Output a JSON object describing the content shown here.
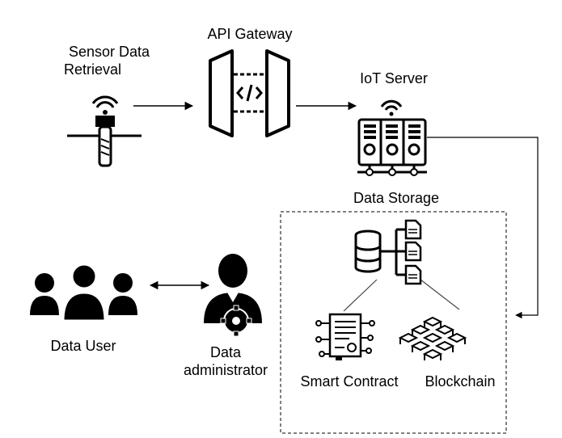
{
  "nodes": {
    "sensor": {
      "label_line1": "Sensor Data",
      "label_line2": "Retrieval",
      "icon": "sensor-wifi-icon"
    },
    "gateway": {
      "label": "API Gateway",
      "icon": "api-gateway-icon"
    },
    "iot": {
      "label": "IoT Server",
      "icon": "server-rack-icon"
    },
    "storage": {
      "label": "Data Storage",
      "icon": "database-tree-icon"
    },
    "contract": {
      "label": "Smart Contract",
      "icon": "smart-contract-icon"
    },
    "blockchain": {
      "label": "Blockchain",
      "icon": "blockchain-cubes-icon"
    },
    "admin": {
      "label_line1": "Data",
      "label_line2": "administrator",
      "icon": "admin-gear-icon"
    },
    "user": {
      "label": "Data User",
      "icon": "users-group-icon"
    }
  }
}
